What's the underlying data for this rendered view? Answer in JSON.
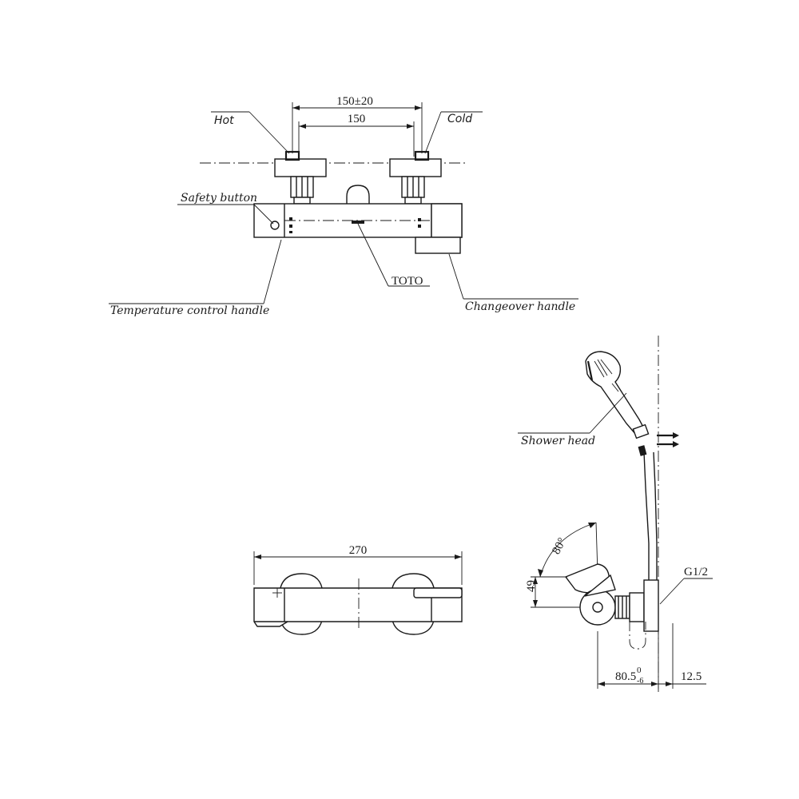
{
  "labels": {
    "hot": "Hot",
    "cold": "Cold",
    "safety_button": "Safety button",
    "toto": "TOTO",
    "temperature_control_handle": "Temperature control handle",
    "changeover_handle": "Changeover handle",
    "shower_head": "Shower head",
    "g_thread": "G1/2"
  },
  "dimensions": {
    "center_distance_tolerance": "150±20",
    "center_distance": "150",
    "body_length": "270",
    "rotation_angle": "80°",
    "lever_height": "49",
    "projection_main": "80.5",
    "projection_tol_upper": "0",
    "projection_tol_lower": "-6",
    "escutcheon_depth": "12.5"
  }
}
